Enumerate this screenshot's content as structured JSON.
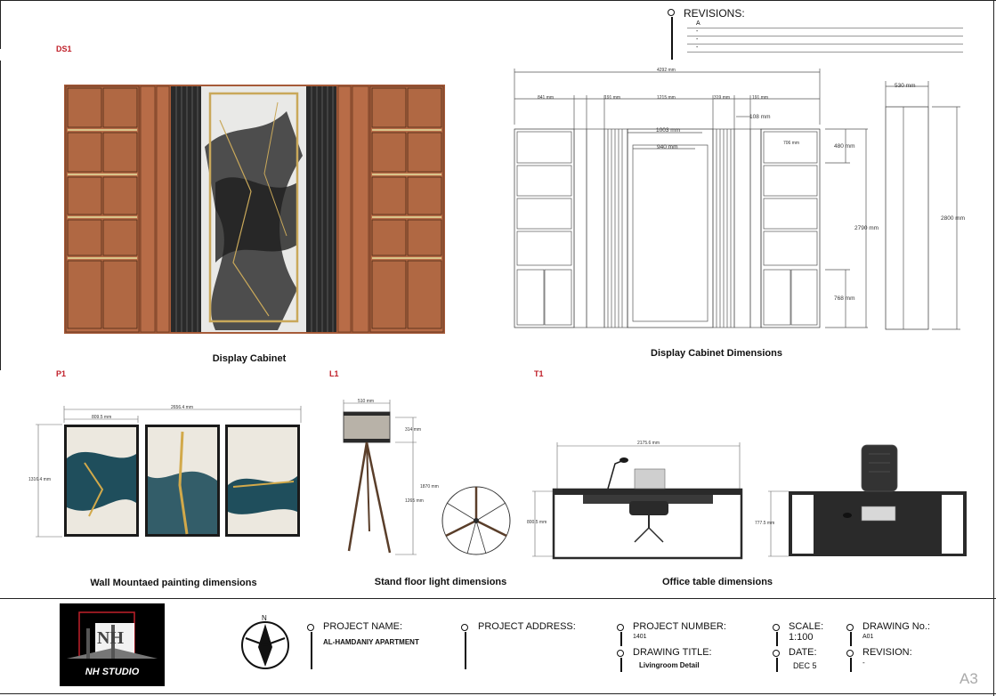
{
  "sheet": {
    "size_mark": "A3"
  },
  "revisions": {
    "title": "REVISIONS:",
    "rows": [
      "A",
      "-",
      "-",
      "-"
    ]
  },
  "sections": {
    "ds1": {
      "tag": "DS1",
      "caption": "Display Cabinet"
    },
    "dims": {
      "caption": "Display Cabinet Dimensions",
      "overall_width": "4292 mm",
      "seg_left": "841 mm",
      "seg_a": "191 mm",
      "seg_center": "1215 mm",
      "seg_b": "319 mm",
      "seg_c": "191 mm",
      "offset": "108 mm",
      "panel_outer": "1003 mm",
      "panel_inner": "940 mm",
      "shelf_width": "706 mm",
      "shelf_height": "480 mm",
      "total_height": "2790 mm",
      "base_height": "768 mm",
      "side_depth": "530 mm",
      "side_height": "2800 mm"
    },
    "p1": {
      "tag": "P1",
      "caption": "Wall Mountaed painting dimensions",
      "total_width": "2656.4 mm",
      "panel_width": "809.5 mm",
      "height": "1316.4 mm"
    },
    "l1": {
      "tag": "L1",
      "caption": "Stand floor light dimensions",
      "shade_width": "510 mm",
      "shade_height": "314 mm",
      "total_height": "1870 mm",
      "leg_height": "1265 mm"
    },
    "t1": {
      "tag": "T1",
      "caption": "Office table dimensions",
      "width": "2175.6 mm",
      "height_front": "800.5 mm",
      "height_side": "777.5 mm"
    }
  },
  "title_block": {
    "logo_text": "NH STUDIO",
    "logo_mark": "NH",
    "north": "N",
    "project_name_label": "PROJECT NAME:",
    "project_name": "AL-HAMDANIY APARTMENT",
    "project_address_label": "PROJECT ADDRESS:",
    "project_number_label": "PROJECT NUMBER:",
    "project_number": "1401",
    "drawing_title_label": "DRAWING TITLE:",
    "drawing_title": "Livingroom Detail",
    "scale_label": "SCALE:",
    "scale": "1:100",
    "date_label": "DATE:",
    "date": "DEC 5",
    "drawing_no_label": "DRAWING No.:",
    "drawing_no": "A01",
    "revision_label": "REVISION:",
    "revision": "-"
  },
  "colors": {
    "copper": "#b56a45",
    "gold": "#c9a85a",
    "dark": "#2a2a2a",
    "teal": "#1f4e5c",
    "tag_red": "#c0202a"
  }
}
